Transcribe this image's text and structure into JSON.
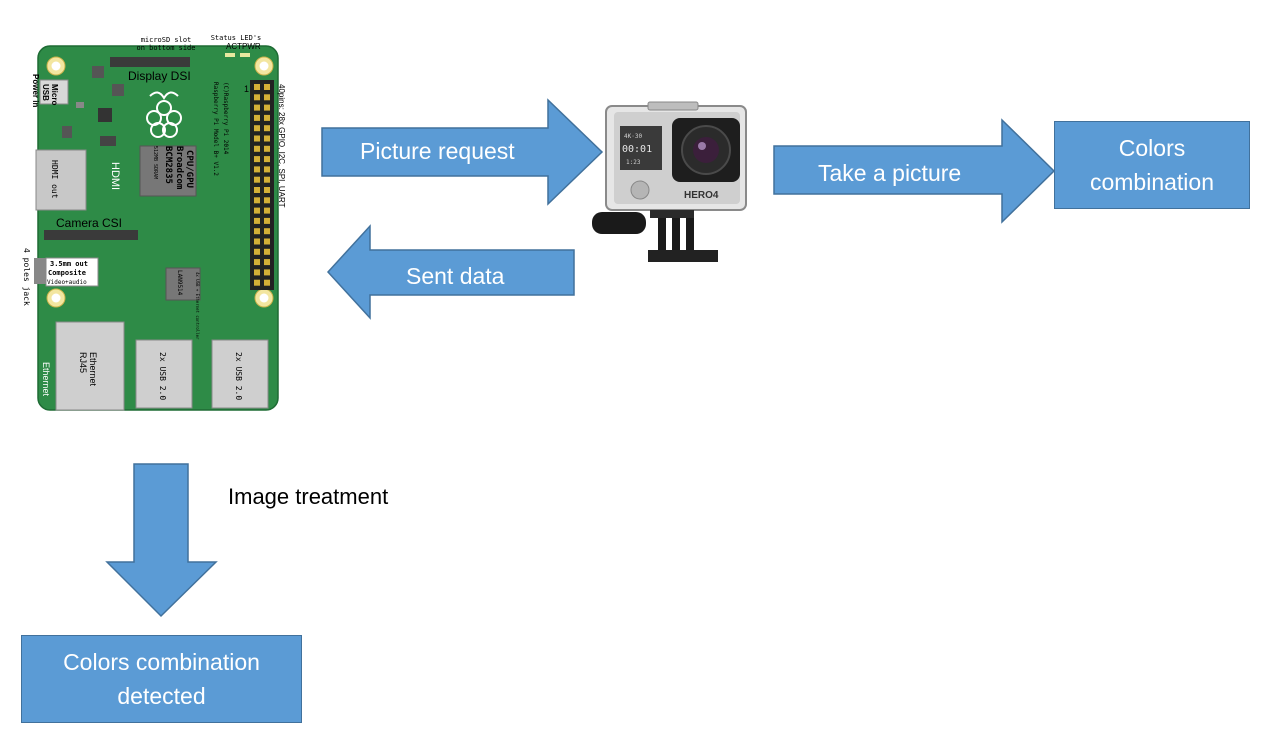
{
  "colors": {
    "arrow_fill": "#5b9bd5",
    "arrow_stroke": "#41719c",
    "box_fill": "#5b9bd5",
    "board_green": "#2e8b47",
    "board_green_dark": "#1e6b34",
    "connector_gray": "#d0d0d0"
  },
  "raspberry_pi": {
    "title_top_left": "microSD slot",
    "title_top_left_2": "on bottom side",
    "status_leds": "Status LED's",
    "act": "ACT",
    "pwr": "PWR",
    "display": "Display DSI",
    "power_micro": "Micro",
    "power_usb": "USB",
    "power_in": "Power in",
    "hdmi": "HDMI",
    "hdmi_out": "HDMI out",
    "camera": "Camera CSI",
    "model_line1": "Raspberry Pi Model B+ V1.2",
    "model_line2": "(C)Raspberry Pi 2014",
    "soc_line1": "CPU/GPU",
    "soc_line2": "Broadcom",
    "soc_line3": "BCM2835",
    "soc_line4": "512MB SDRAM",
    "gpio": "40pins: 28x GPIO, I2C, SPI, UART",
    "pin1": "1",
    "audio_line1": "3.5mm out",
    "audio_line2": "Composite",
    "audio_line3": "Video+audio",
    "audio_jack": "4 poles jack",
    "lan_chip": "LAN9514",
    "usb_controller": "4x USB + Ethernet controller",
    "ethernet_port_line1": "Ethernet",
    "ethernet_port_line2": "RJ45",
    "ethernet_label": "Ethernet",
    "usb1": "2x USB 2.0",
    "usb2": "2x USB 2.0"
  },
  "camera": {
    "brand": "HERO4",
    "screen_top": "4K·30",
    "screen_main": "00:01",
    "screen_bottom": "1:23"
  },
  "arrows": {
    "picture_request": "Picture request",
    "sent_data": "Sent data",
    "take_picture": "Take a picture",
    "image_treatment": "Image treatment"
  },
  "boxes": {
    "colors_combination_line1": "Colors",
    "colors_combination_line2": "combination",
    "detected_line1": "Colors combination",
    "detected_line2": "detected"
  }
}
